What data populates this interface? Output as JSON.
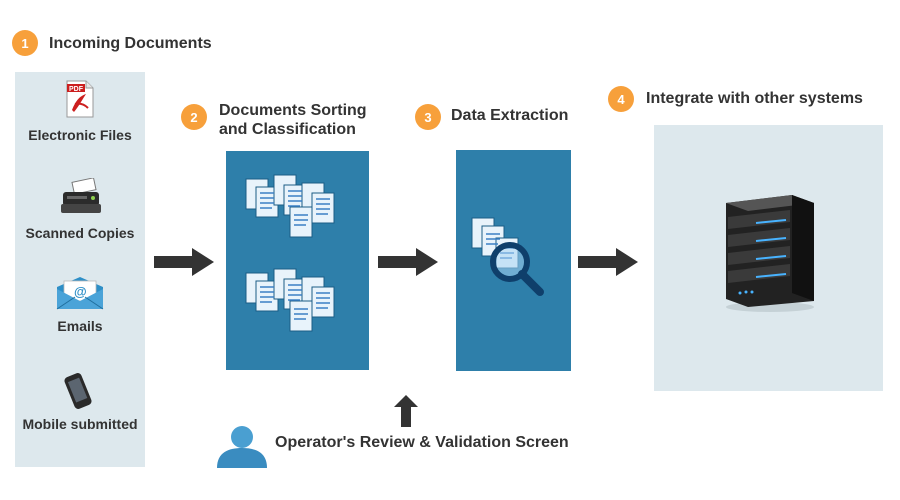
{
  "steps": [
    {
      "number": "1",
      "title": "Incoming Documents"
    },
    {
      "number": "2",
      "title_line1": "Documents Sorting",
      "title_line2": "and Classification"
    },
    {
      "number": "3",
      "title": "Data Extraction"
    },
    {
      "number": "4",
      "title": "Integrate with other systems"
    }
  ],
  "sources": [
    {
      "label": "Electronic Files",
      "icon": "pdf-file-icon"
    },
    {
      "label": "Scanned Copies",
      "icon": "scanner-icon"
    },
    {
      "label": "Emails",
      "icon": "email-envelope-icon"
    },
    {
      "label": "Mobile submitted",
      "icon": "mobile-phone-icon"
    }
  ],
  "operator": {
    "label": "Operator's Review & Validation Screen",
    "icon": "user-icon"
  },
  "colors": {
    "accent": "#f7a03b",
    "box_blue": "#2e7faa",
    "panel_bg": "#dde8ed",
    "arrow": "#333333"
  }
}
